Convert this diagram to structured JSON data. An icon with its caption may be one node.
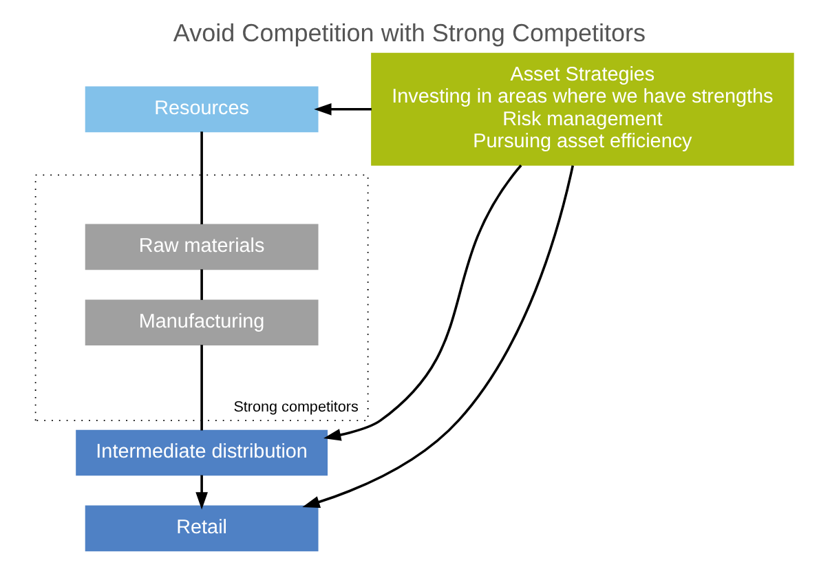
{
  "diagram": {
    "title": "Avoid Competition with Strong Competitors",
    "nodes": [
      {
        "text": [
          "Resources"
        ]
      },
      {
        "text": [
          "Strong competitors"
        ]
      },
      {
        "text": [
          "Raw materials"
        ],
        "in": 1
      },
      {
        "text": [
          "Manufacturing"
        ],
        "in": 1
      },
      {
        "text": [
          "Intermediate distribution"
        ]
      },
      {
        "text": [
          "Retail"
        ]
      },
      {
        "text": [
          "Asset Strategies",
          "Investing in areas where we have strengths",
          "Risk management",
          "Pursuing asset efficiency"
        ]
      }
    ],
    "edges": [
      {
        "from": 0,
        "to": 2,
        "arrow": "none"
      },
      {
        "from": 2,
        "to": 3,
        "arrow": "none"
      },
      {
        "from": 3,
        "to": 4,
        "arrow": "none"
      },
      {
        "from": 4,
        "to": 5,
        "arrow": "to"
      },
      {
        "from": 6,
        "to": 0,
        "arrow": "to"
      },
      {
        "from": 6,
        "to": 4,
        "arrow": "to"
      },
      {
        "from": 6,
        "to": 5,
        "arrow": "to"
      }
    ]
  }
}
